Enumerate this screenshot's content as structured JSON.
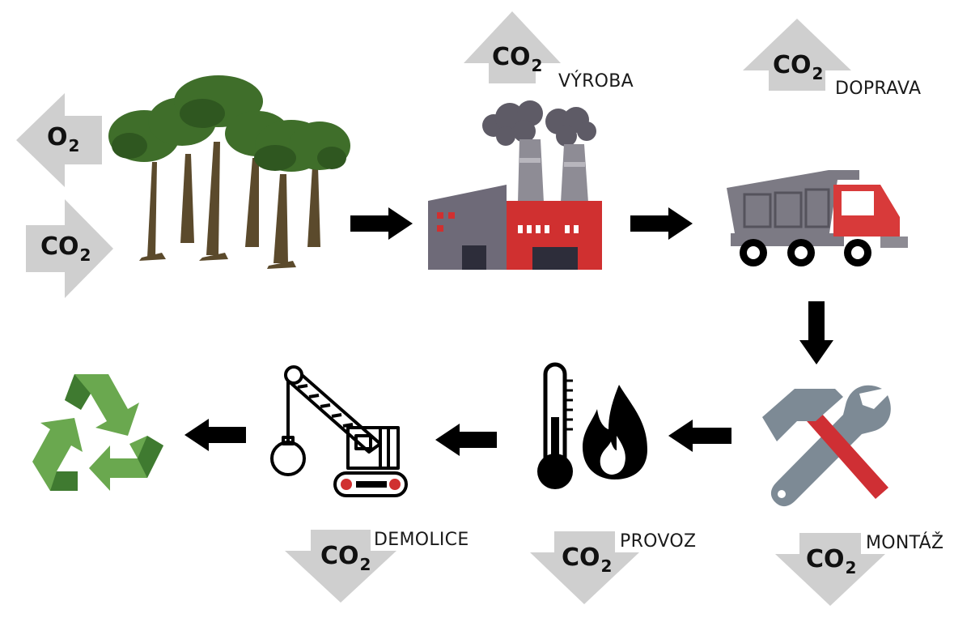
{
  "emissions": {
    "gas_o2": "O",
    "gas_o2_sub": "2",
    "gas_co2": "CO",
    "gas_co2_sub": "2"
  },
  "stages": {
    "vyroba": "VÝROBA",
    "doprava": "DOPRAVA",
    "montaz": "MONTÁŽ",
    "provoz": "PROVOZ",
    "demolice": "DEMOLICE"
  },
  "colors": {
    "gray_arrow": "#cfcfcf",
    "flow_arrow": "#000000",
    "factory_red": "#d03030",
    "factory_gray": "#6e6a78",
    "tree_green": "#3a6b2a",
    "truck_red": "#d83a3a",
    "recycle_green": "#6aa84f"
  },
  "icons": {
    "trees": "forest-icon",
    "factory": "factory-icon",
    "truck": "dump-truck-icon",
    "tools": "hammer-wrench-icon",
    "energy": "thermometer-flame-icon",
    "demolition": "wrecking-crane-icon",
    "recycle": "recycle-icon"
  }
}
